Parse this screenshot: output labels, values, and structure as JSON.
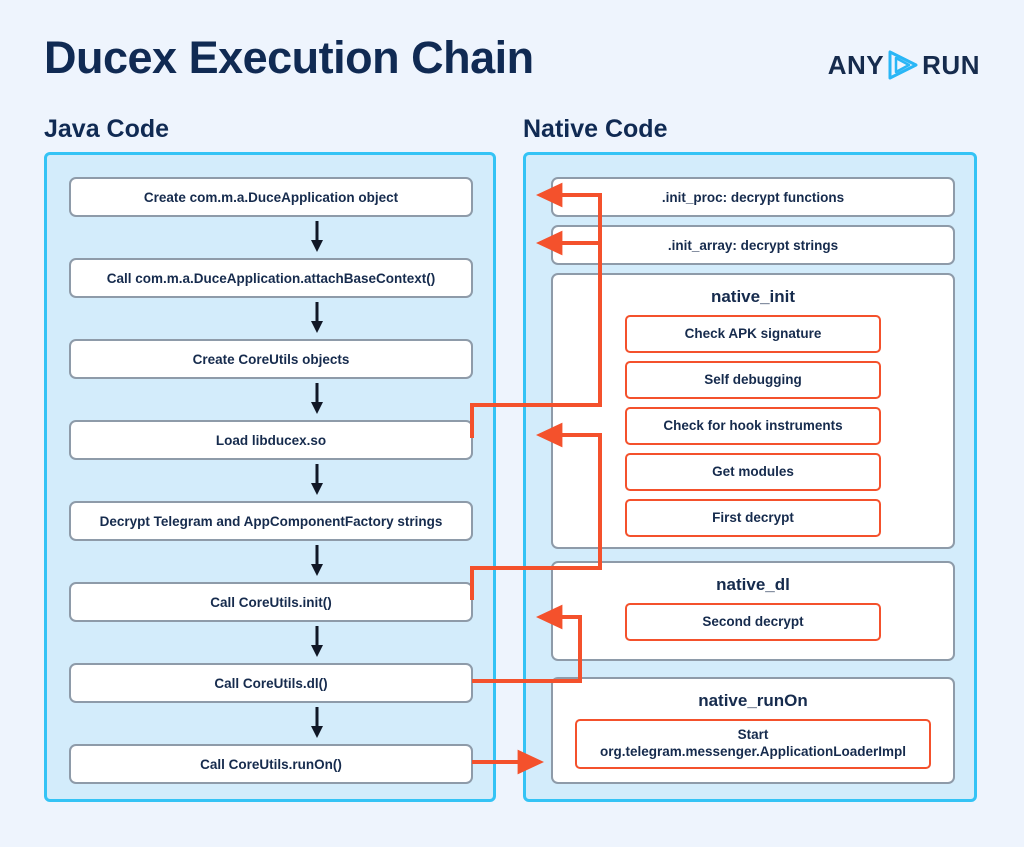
{
  "header": {
    "title": "Ducex Execution Chain",
    "logo": {
      "left_text": "ANY",
      "right_text": "RUN",
      "mark": "play-triangle-icon",
      "mark_color": "#29b6f6",
      "text_color": "#162b4d"
    }
  },
  "colors": {
    "background": "#eef4fd",
    "panel_fill": "#d3ecfb",
    "panel_border": "#34c3f5",
    "box_border": "#8e9ba9",
    "box_fill": "#ffffff",
    "accent_orange": "#f4512c",
    "text_navy": "#162b4d",
    "title_navy": "#102a53",
    "arrow_dark": "#111827"
  },
  "columns": [
    {
      "id": "java",
      "heading": "Java Code",
      "steps": [
        {
          "label": "Create com.m.a.DuceApplication object"
        },
        {
          "label": "Call com.m.a.DuceApplication.attachBaseContext()"
        },
        {
          "label": "Create CoreUtils objects"
        },
        {
          "label": "Load libducex.so"
        },
        {
          "label": "Decrypt Telegram and AppComponentFactory strings"
        },
        {
          "label": "Call CoreUtils.init()"
        },
        {
          "label": "Call CoreUtils.dl()"
        },
        {
          "label": "Call CoreUtils.runOn()"
        }
      ]
    },
    {
      "id": "native",
      "heading": "Native Code",
      "steps": [
        {
          "label": ".init_proc: decrypt functions"
        },
        {
          "label": ".init_array: decrypt strings"
        }
      ],
      "groups": [
        {
          "title": "native_init",
          "items": [
            "Check APK signature",
            "Self debugging",
            "Check for hook instruments",
            "Get modules",
            "First decrypt"
          ]
        },
        {
          "title": "native_dl",
          "items": [
            "Second decrypt"
          ]
        },
        {
          "title": "native_runOn",
          "items": [
            "Start\norg.telegram.messenger.ApplicationLoaderImpl"
          ]
        }
      ]
    }
  ]
}
